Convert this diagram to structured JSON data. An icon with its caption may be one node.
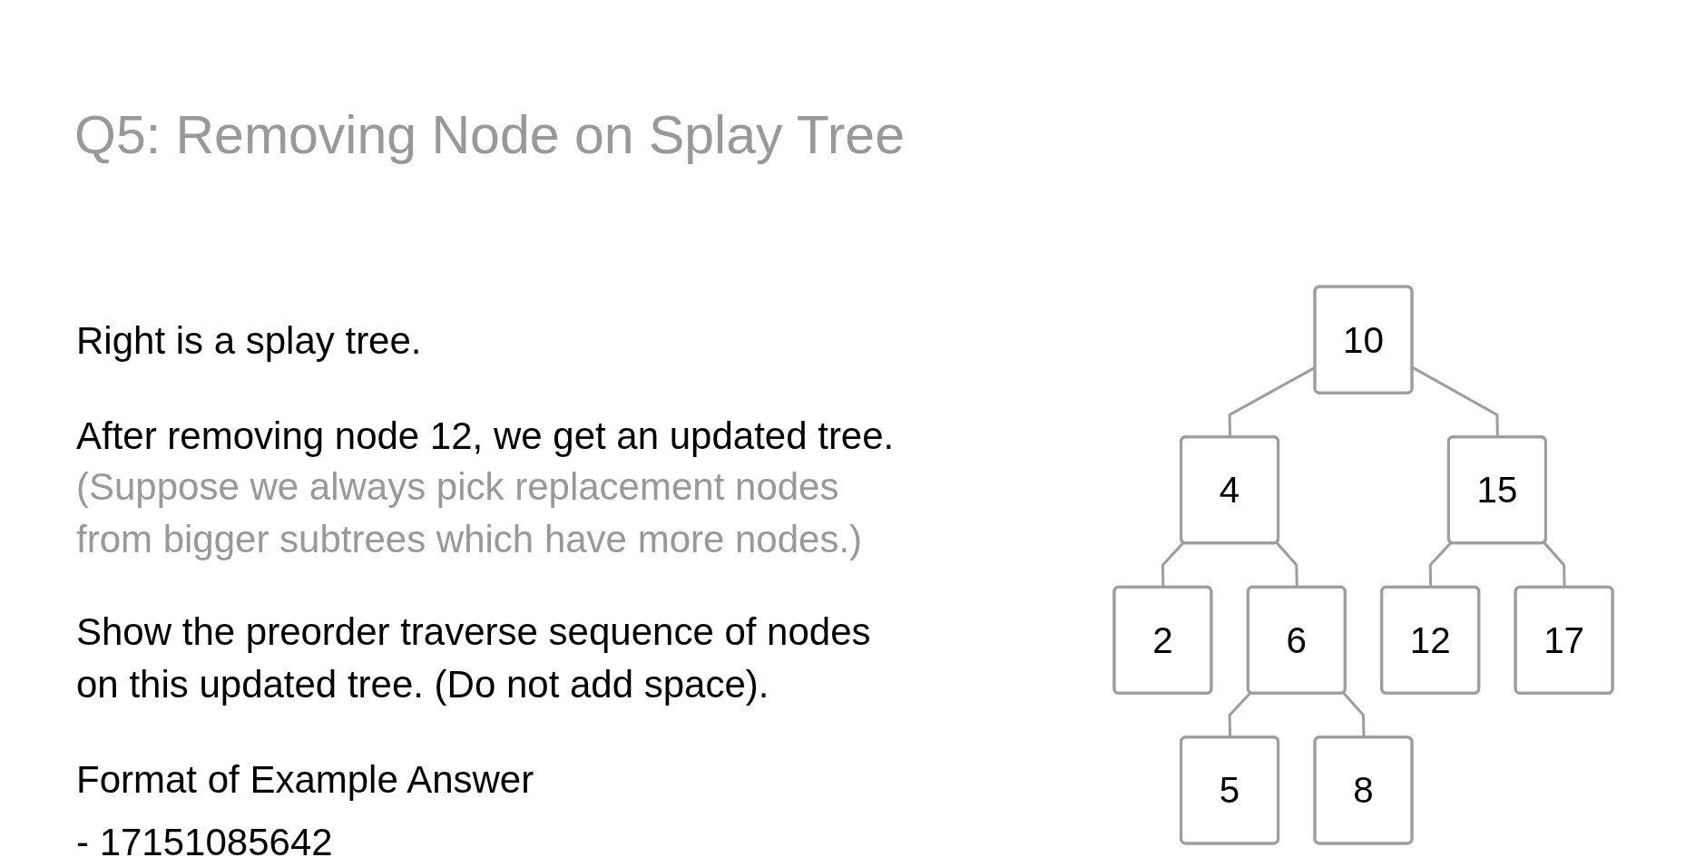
{
  "diagram": {
    "title": "Q5: Removing Node on Splay Tree",
    "nodes": [
      {
        "text": [
          "10"
        ]
      },
      {
        "text": [
          "4"
        ]
      },
      {
        "text": [
          "15"
        ]
      },
      {
        "text": [
          "2"
        ]
      },
      {
        "text": [
          "6"
        ]
      },
      {
        "text": [
          "12"
        ]
      },
      {
        "text": [
          "17"
        ]
      },
      {
        "text": [
          "5"
        ]
      },
      {
        "text": [
          "8"
        ]
      }
    ],
    "edges": [
      {
        "from": 0,
        "to": 1,
        "arrow": "none"
      },
      {
        "from": 0,
        "to": 2,
        "arrow": "none"
      },
      {
        "from": 1,
        "to": 3,
        "arrow": "none"
      },
      {
        "from": 1,
        "to": 4,
        "arrow": "none"
      },
      {
        "from": 2,
        "to": 5,
        "arrow": "none"
      },
      {
        "from": 2,
        "to": 6,
        "arrow": "none"
      },
      {
        "from": 4,
        "to": 7,
        "arrow": "none"
      },
      {
        "from": 4,
        "to": 8,
        "arrow": "none"
      }
    ],
    "labels": [
      "Right is a splay tree.",
      "After removing node 12, we get an updated tree.",
      "(Suppose we always pick replacement nodes from bigger subtrees which have more nodes.)",
      "Show the preorder traverse sequence of nodes on this updated tree. (Do not add space).",
      "Format of Example Answer",
      "- 17151085642"
    ]
  }
}
